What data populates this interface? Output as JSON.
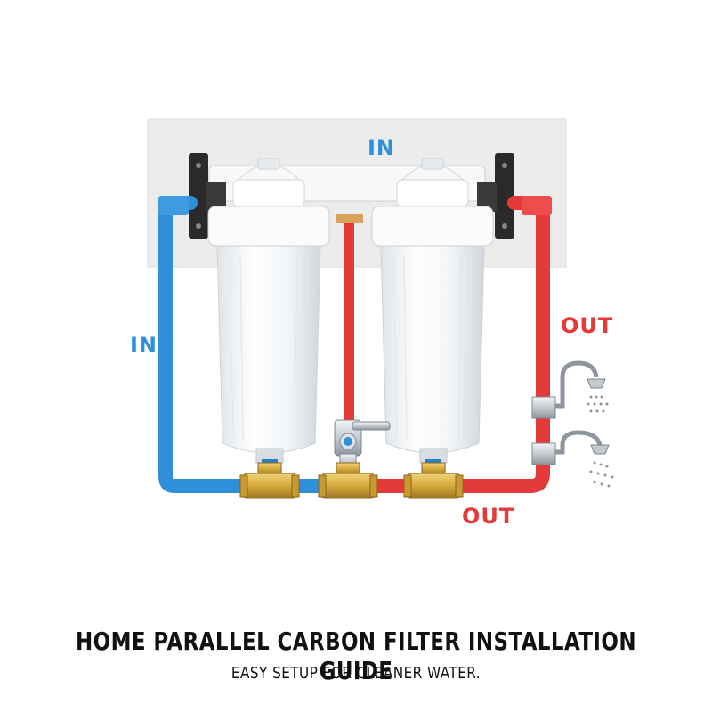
{
  "labels": {
    "in_top": "IN",
    "in_left": "IN",
    "out_right": "OUT",
    "out_bottom": "OUT"
  },
  "colors": {
    "inlet": "#2f8fd8",
    "outlet": "#e53a3a",
    "brass": "#d4a83a",
    "housing": "#f4f6f8",
    "panel": "#ececec"
  },
  "icons": {
    "faucet_top": "shower-faucet-icon",
    "faucet_bottom": "shower-faucet-icon",
    "valve": "ball-valve-icon"
  },
  "caption": {
    "title": "HOME PARALLEL CARBON FILTER INSTALLATION GUIDE",
    "subtitle": "EASY SETUP FOR CLEANER WATER."
  }
}
